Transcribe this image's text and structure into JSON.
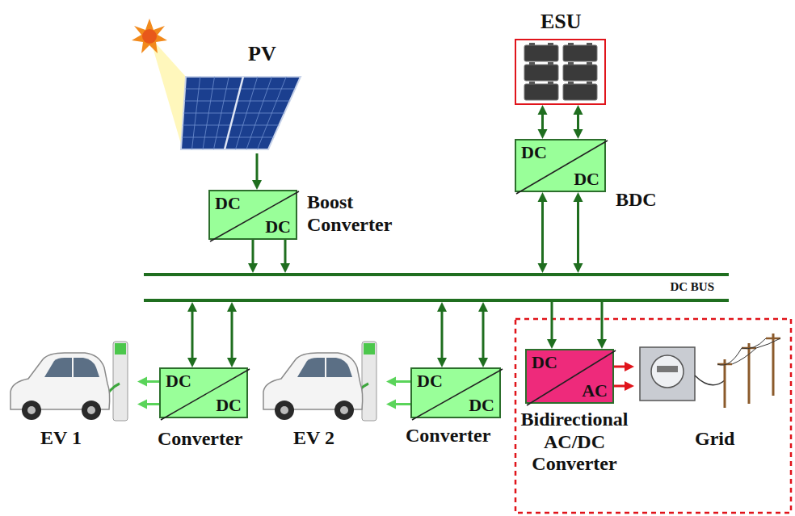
{
  "diagram": {
    "nodes": [
      {
        "text": [
          "PV"
        ]
      },
      {
        "text": [
          "DC",
          "DC",
          "Boost Converter"
        ]
      },
      {
        "text": [
          "ESU"
        ]
      },
      {
        "text": [
          "DC",
          "DC",
          "BDC"
        ]
      },
      {
        "text": [
          "DC BUS"
        ]
      },
      {
        "text": [
          "DC",
          "DC",
          "Converter"
        ]
      },
      {
        "text": [
          "EV 1"
        ]
      },
      {
        "text": [
          "DC",
          "DC",
          "Converter"
        ]
      },
      {
        "text": [
          "EV 2"
        ]
      },
      {
        "text": [
          "DC",
          "AC",
          "Bidirectional AC/DC Converter"
        ]
      },
      {
        "text": [
          "Grid"
        ]
      }
    ],
    "edges": [
      {
        "from": 0,
        "to": 1,
        "arrow": "to"
      },
      {
        "from": 1,
        "to": 4,
        "arrow": "to"
      },
      {
        "from": 2,
        "to": 3,
        "arrow": "both"
      },
      {
        "from": 3,
        "to": 4,
        "arrow": "both"
      },
      {
        "from": 4,
        "to": 5,
        "arrow": "both"
      },
      {
        "from": 5,
        "to": 6,
        "arrow": "to"
      },
      {
        "from": 4,
        "to": 7,
        "arrow": "both"
      },
      {
        "from": 7,
        "to": 8,
        "arrow": "to"
      },
      {
        "from": 4,
        "to": 9,
        "arrow": "to"
      },
      {
        "from": 9,
        "to": 10,
        "arrow": "to"
      }
    ]
  }
}
